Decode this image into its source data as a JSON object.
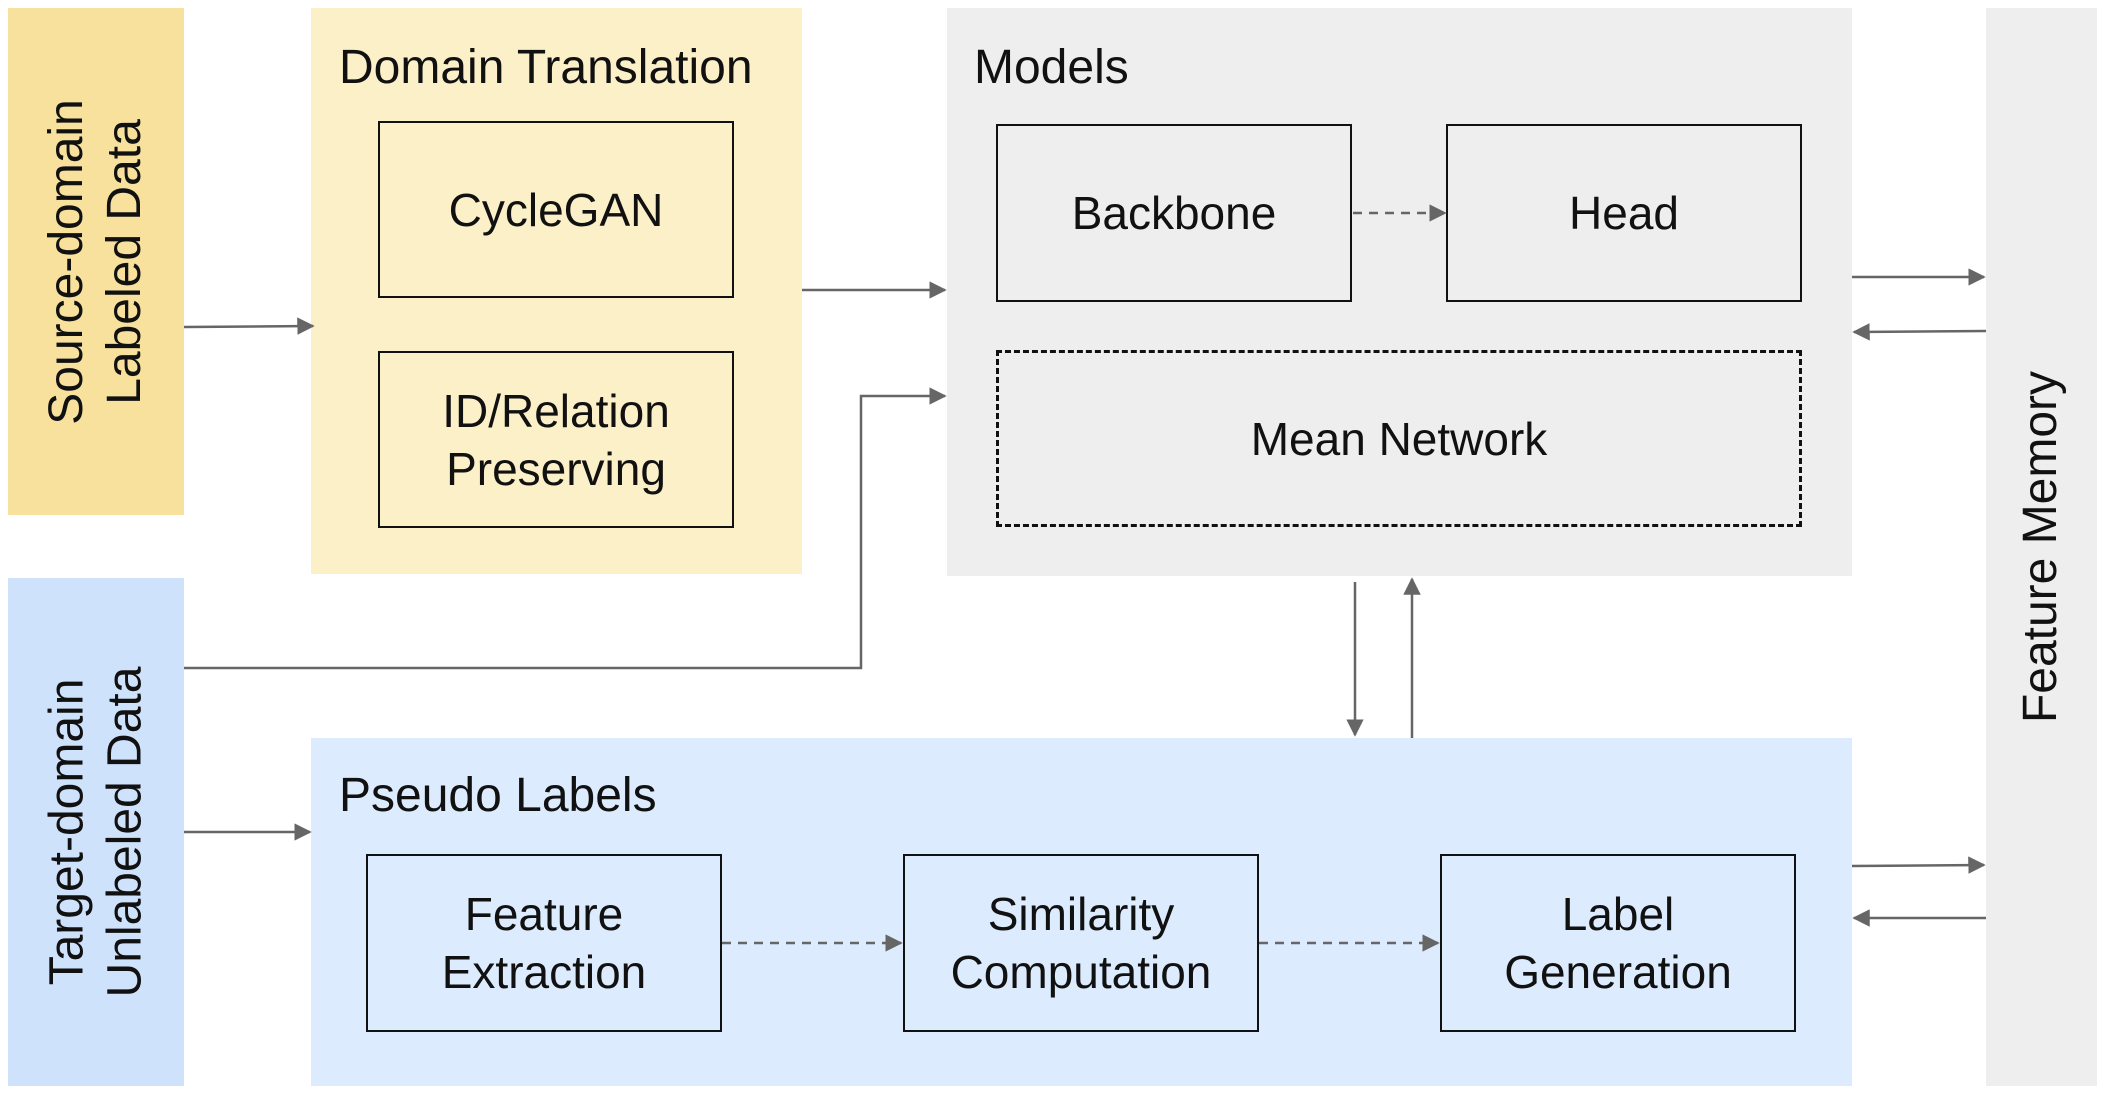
{
  "source": {
    "line1": "Source-domain",
    "line2": "Labeled Data"
  },
  "target": {
    "line1": "Target-domain",
    "line2": "Unlabeled Data"
  },
  "memory": {
    "label": "Feature Memory"
  },
  "translation": {
    "title": "Domain Translation",
    "cyclegan": "CycleGAN",
    "preserve_line1": "ID/Relation",
    "preserve_line2": "Preserving"
  },
  "models": {
    "title": "Models",
    "backbone": "Backbone",
    "head": "Head",
    "mean_network": "Mean Network"
  },
  "pseudo": {
    "title": "Pseudo Labels",
    "feature_line1": "Feature",
    "feature_line2": "Extraction",
    "similarity_line1": "Similarity",
    "similarity_line2": "Computation",
    "label_line1": "Label",
    "label_line2": "Generation"
  },
  "colors": {
    "source_fill": "#f7e19d",
    "translation_fill": "#fcf0c8",
    "target_fill": "#cfe2fb",
    "pseudo_fill": "#dcebfd",
    "models_fill": "#eeeeee",
    "memory_fill": "#eeeeee",
    "arrow": "#666666",
    "border": "#111111"
  }
}
